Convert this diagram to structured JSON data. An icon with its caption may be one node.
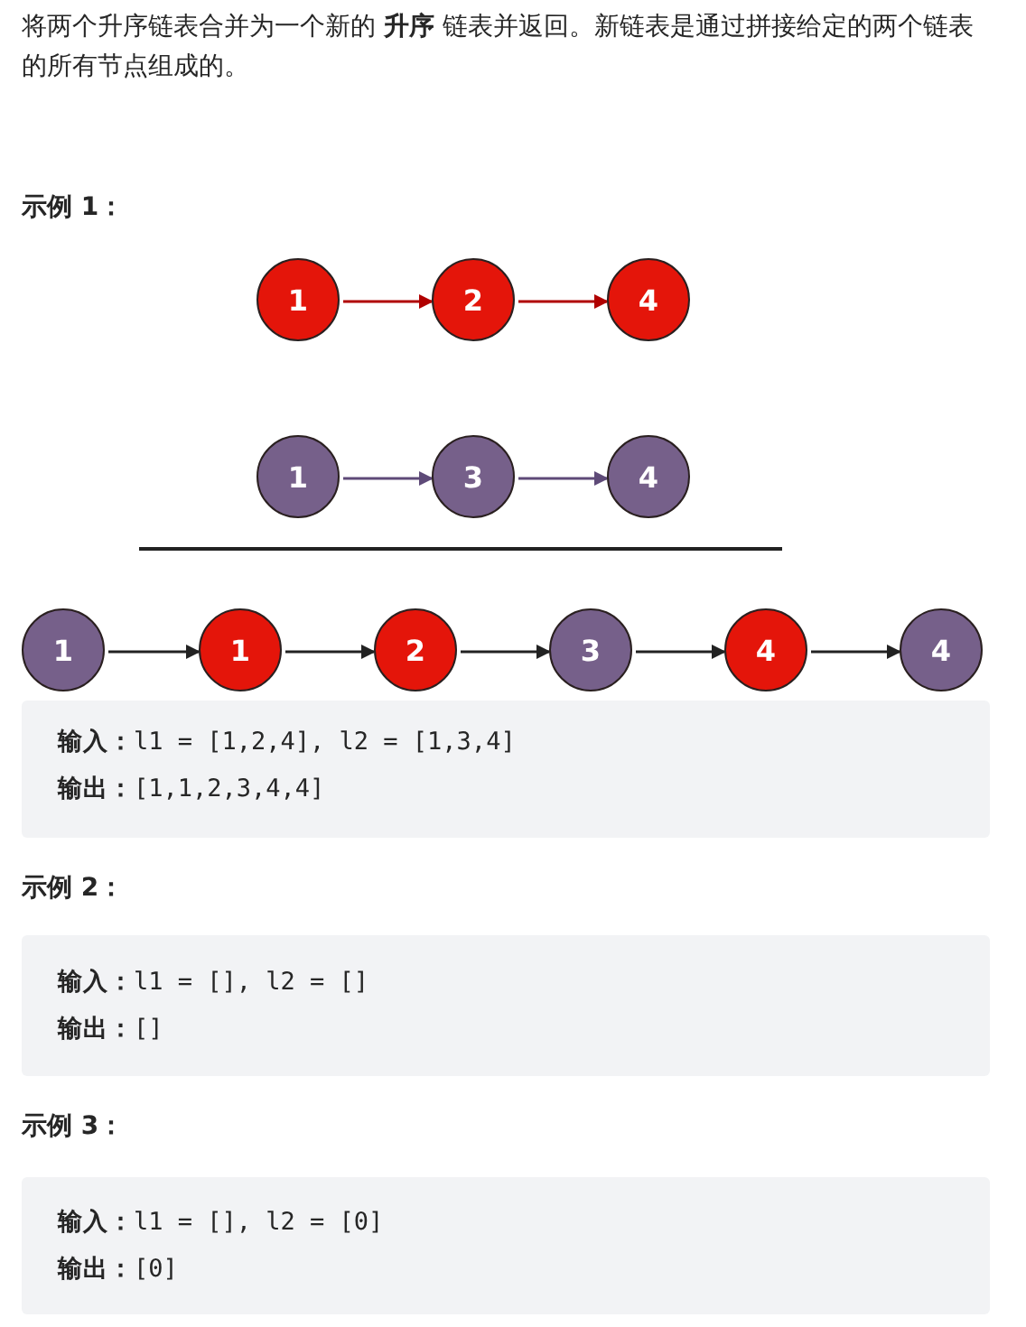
{
  "diagram": {
    "title": "将两个升序链表合并为一个新的 **升序** 链表并返回。新链表是通过拼接给定的两个链表的所有节点组成的。",
    "nodes": [
      {
        "text": [
          "1"
        ]
      },
      {
        "text": [
          "2"
        ]
      },
      {
        "text": [
          "4"
        ]
      },
      {
        "text": [
          "1"
        ]
      },
      {
        "text": [
          "3"
        ]
      },
      {
        "text": [
          "4"
        ]
      },
      {
        "text": [
          "1"
        ]
      },
      {
        "text": [
          "1"
        ]
      },
      {
        "text": [
          "2"
        ]
      },
      {
        "text": [
          "3"
        ]
      },
      {
        "text": [
          "4"
        ]
      },
      {
        "text": [
          "4"
        ]
      }
    ],
    "edges": [
      {
        "from": 0,
        "to": 1,
        "arrow": "to",
        "color": "#b00000"
      },
      {
        "from": 1,
        "to": 2,
        "arrow": "to",
        "color": "#b00000"
      },
      {
        "from": 3,
        "to": 4,
        "arrow": "to",
        "color": "#5e4a78"
      },
      {
        "from": 4,
        "to": 5,
        "arrow": "to",
        "color": "#5e4a78"
      },
      {
        "from": 6,
        "to": 7,
        "arrow": "to"
      },
      {
        "from": 7,
        "to": 8,
        "arrow": "to"
      },
      {
        "from": 8,
        "to": 9,
        "arrow": "to"
      },
      {
        "from": 9,
        "to": 10,
        "arrow": "to"
      },
      {
        "from": 10,
        "to": 11,
        "arrow": "to"
      }
    ],
    "labels": [
      "示例 1：",
      "**输入：**l1 = [1,2,4], l2 = [1,3,4]",
      "**输出：**[1,1,2,3,4,4]",
      "示例 2：",
      "**输入：**l1 = [], l2 = []",
      "**输出：**[]",
      "示例 3：",
      "**输入：**l1 = [], l2 = [0]",
      "**输出：**[0]"
    ]
  }
}
